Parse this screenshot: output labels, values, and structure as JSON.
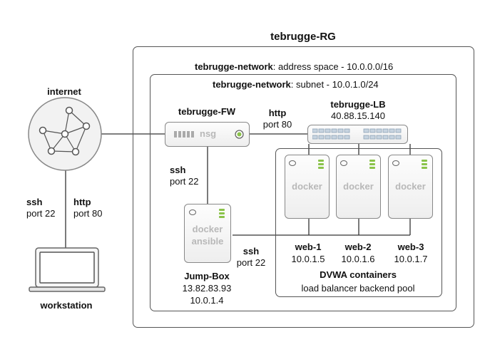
{
  "rg": {
    "title": "tebrugge-RG"
  },
  "network": {
    "name": "tebrugge-network",
    "address_text": ": address space - 10.0.0.0/16"
  },
  "subnet": {
    "name": "tebrugge-network",
    "subnet_text": ": subnet - 10.0.1.0/24"
  },
  "internet": {
    "label": "internet"
  },
  "workstation": {
    "label": "workstation",
    "link_left": [
      "ssh",
      "port 22"
    ],
    "link_right": [
      "http",
      "port 80"
    ]
  },
  "firewall": {
    "name": "tebrugge-FW",
    "badge": "nsg",
    "http_link": [
      "http",
      "port 80"
    ],
    "ssh_link": [
      "ssh",
      "port 22"
    ]
  },
  "load_balancer": {
    "name": "tebrugge-LB",
    "ip": "40.88.15.140"
  },
  "jumpbox": {
    "name": "Jump-Box",
    "public_ip": "13.82.83.93",
    "private_ip": "10.0.1.4",
    "tag1": "docker",
    "tag2": "ansible",
    "ssh_link": [
      "ssh",
      "port 22"
    ]
  },
  "webs": [
    {
      "name": "web-1",
      "ip": "10.0.1.5",
      "tag": "docker"
    },
    {
      "name": "web-2",
      "ip": "10.0.1.6",
      "tag": "docker"
    },
    {
      "name": "web-3",
      "ip": "10.0.1.7",
      "tag": "docker"
    }
  ],
  "pool": {
    "title": "DVWA containers",
    "subtitle": "load balancer backend pool"
  },
  "colors": {
    "accent_green": "#8bc34a",
    "border": "#555555",
    "muted_text": "#b8b8b8"
  }
}
